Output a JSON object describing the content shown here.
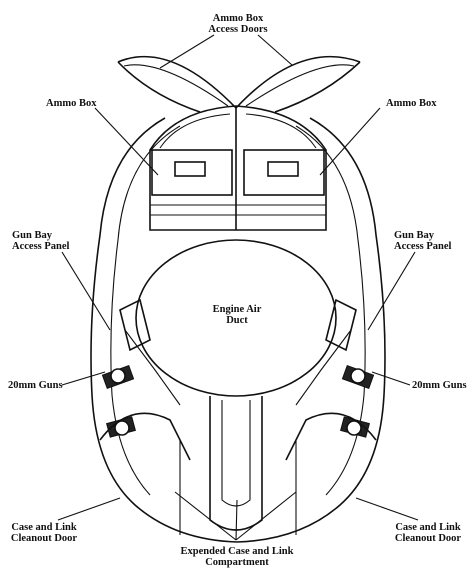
{
  "labels": {
    "ammo_access_doors": [
      "Ammo Box",
      "Access Doors"
    ],
    "ammo_box_left": "Ammo Box",
    "ammo_box_right": "Ammo Box",
    "gun_bay_left": [
      "Gun Bay",
      "Access Panel"
    ],
    "gun_bay_right": [
      "Gun Bay",
      "Access Panel"
    ],
    "engine_air_duct": [
      "Engine Air",
      "Duct"
    ],
    "guns_left": "20mm Guns",
    "guns_right": "20mm Guns",
    "cleanout_left": [
      "Case and Link",
      "Cleanout Door"
    ],
    "cleanout_right": [
      "Case and Link",
      "Cleanout Door"
    ],
    "expended": [
      "Expended Case and Link",
      "Compartment"
    ]
  }
}
